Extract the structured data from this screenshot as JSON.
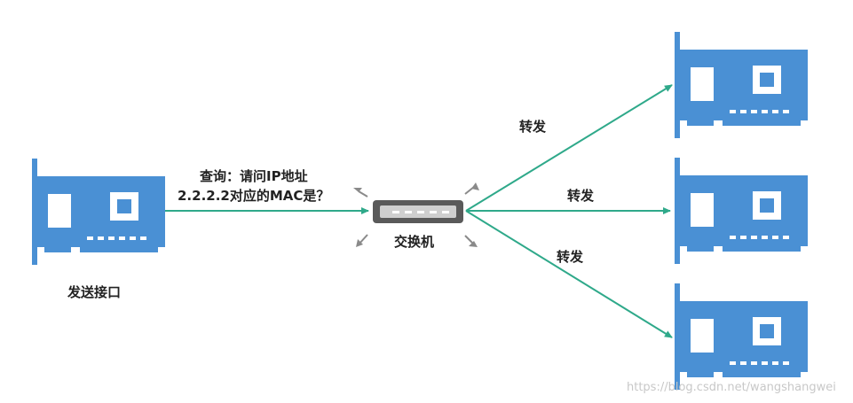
{
  "colors": {
    "nic_blue": "#4a90d4",
    "nic_white": "#ffffff",
    "arrow_green": "#2fa98a",
    "switch_dark": "#5a5a5a",
    "switch_light": "#cfcfcf",
    "broadcast_arrow": "#8a8a8a",
    "text": "#222222"
  },
  "sender": {
    "label": "发送接口"
  },
  "query": {
    "line1": "查询：请问IP地址",
    "line2": "2.2.2.2对应的MAC是？"
  },
  "switch": {
    "label": "交换机"
  },
  "forwards": [
    {
      "label": "转发"
    },
    {
      "label": "转发"
    },
    {
      "label": "转发"
    }
  ],
  "watermark": "https://blog.csdn.net/wangshangwei"
}
